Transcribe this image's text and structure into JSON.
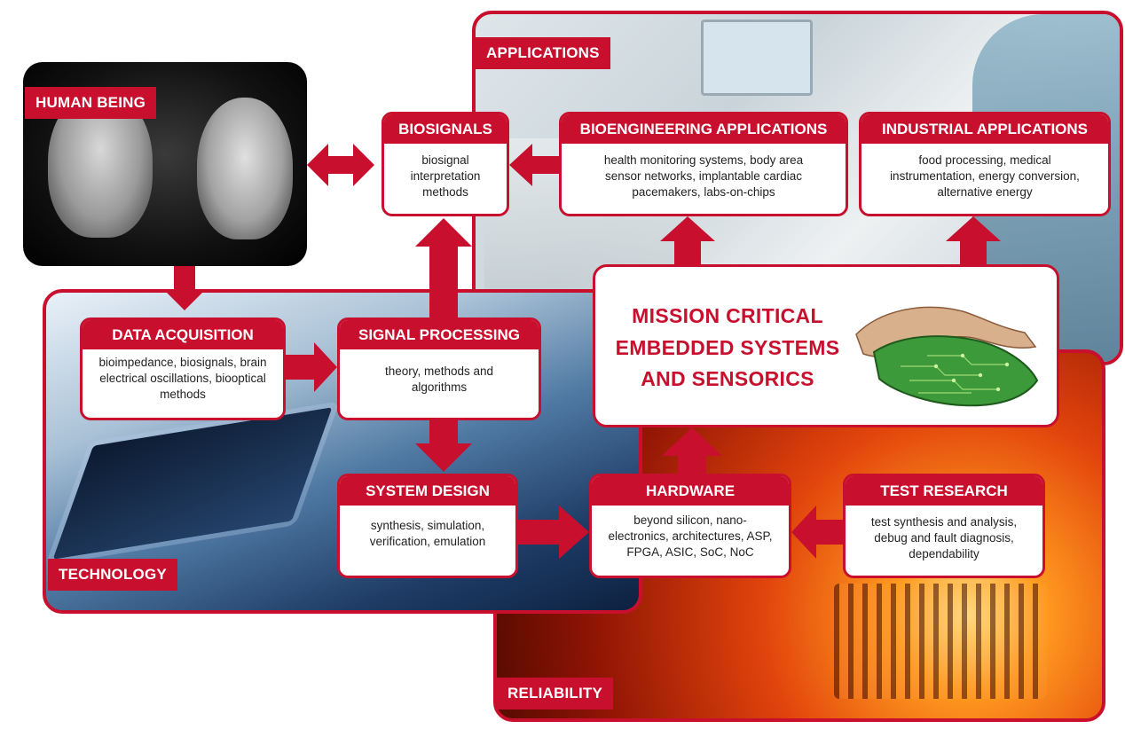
{
  "regions": {
    "applications": "APPLICATIONS",
    "human_being": "HUMAN BEING",
    "technology": "TECHNOLOGY",
    "reliability": "RELIABILITY"
  },
  "boxes": {
    "biosignals": {
      "title": "BIOSIGNALS",
      "text": "biosignal interpretation methods"
    },
    "bioengineering": {
      "title": "BIOENGINEERING APPLICATIONS",
      "text": "health monitoring systems, body area sensor networks, implantable cardiac pacemakers, labs-on-chips"
    },
    "industrial": {
      "title": "INDUSTRIAL APPLICATIONS",
      "text": "food processing, medical instrumentation, energy conversion, alternative energy"
    },
    "data_acquisition": {
      "title": "DATA ACQUISITION",
      "text": "bioimpedance, biosignals, brain electrical oscillations, biooptical methods"
    },
    "signal_processing": {
      "title": "SIGNAL PROCESSING",
      "text": "theory, methods and algorithms"
    },
    "system_design": {
      "title": "SYSTEM DESIGN",
      "text": "synthesis, simulation, verification, emulation"
    },
    "hardware": {
      "title": "HARDWARE",
      "text": "beyond silicon, nano-electronics, architectures, ASP, FPGA, ASIC, SoC, NoC"
    },
    "test_research": {
      "title": "TEST RESEARCH",
      "text": "test synthesis and analysis, debug and fault diagnosis, dependability"
    }
  },
  "center": {
    "line1": "MISSION CRITICAL",
    "line2": "EMBEDDED SYSTEMS",
    "line3": "AND SENSORICS"
  },
  "colors": {
    "accent": "#c8102e",
    "box_bg": "#ffffff",
    "text": "#222222"
  }
}
